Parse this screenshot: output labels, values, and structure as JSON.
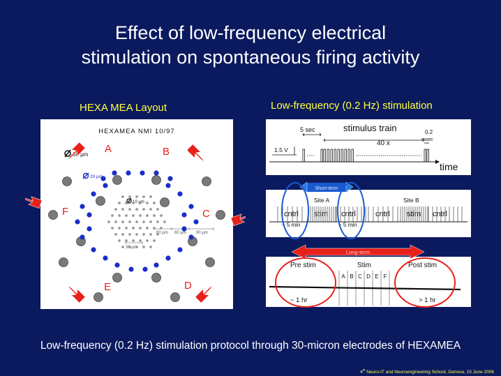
{
  "slide": {
    "title_line1": "Effect of low-frequency electrical",
    "title_line2": "stimulation on spontaneous firing activity",
    "left_panel_label": "HEXA MEA Layout",
    "right_panel_label": "Low-frequency (0.2 Hz) stimulation",
    "caption": "Low-frequency (0.2 Hz) stimulation protocol through 30-micron electrodes of HEXAMEA",
    "footer_sup": "th",
    "footer_prefix": "4",
    "footer_text": " Neuro-IT and Neuroengineering School, Genova, 15 June 2006"
  },
  "mea": {
    "header": "HEXAMEA NMI 10/97",
    "diam_30": "30 µm",
    "diam_20": "20 µm",
    "diam_10": "10 µm",
    "site_labels": [
      "A",
      "B",
      "C",
      "D",
      "E",
      "F"
    ],
    "spacing_1": "60 µm",
    "spacing_2": "60 µm",
    "spacing_3": "90 µm",
    "spacing_4": "30 µm",
    "colors": {
      "large_electrode": "#7a7a7a",
      "medium_electrode": "#1a2ec8",
      "small_electrode": "#9a9a9a",
      "site_label": "#e8201a",
      "bolt": "#e8201a"
    }
  },
  "protocol": {
    "interval_label": "5 sec",
    "train_label": "stimulus train",
    "pulse_label_1": "0.2",
    "pulse_label_2": "msec",
    "count_label": "40 x",
    "amplitude_label": "1.5 V",
    "time_label": "time",
    "short_term_label": "Short-term",
    "site_a_label": "Site A",
    "site_b_label": "Site B",
    "phases_a": [
      "cntrl",
      "stim",
      "cntrl"
    ],
    "phases_b": [
      "cntrl",
      "stim",
      "cntrl"
    ],
    "duration_a1": "~ 5 min",
    "duration_a2": "~ 5 min",
    "long_term_label": "Long-term",
    "pre_stim_label": "Pre stim",
    "stim_label": "Stim",
    "post_stim_label": "Post stim",
    "stim_sites": [
      "A",
      "B",
      "C",
      "D",
      "E",
      "F"
    ],
    "pre_duration": "~ 1 hr",
    "post_duration": "> 1 hr",
    "colors": {
      "arrow": "#e8201a",
      "highlight": "#1a5ad0",
      "oval_red": "#e8201a",
      "oval_blue": "#1a5ad0"
    }
  }
}
